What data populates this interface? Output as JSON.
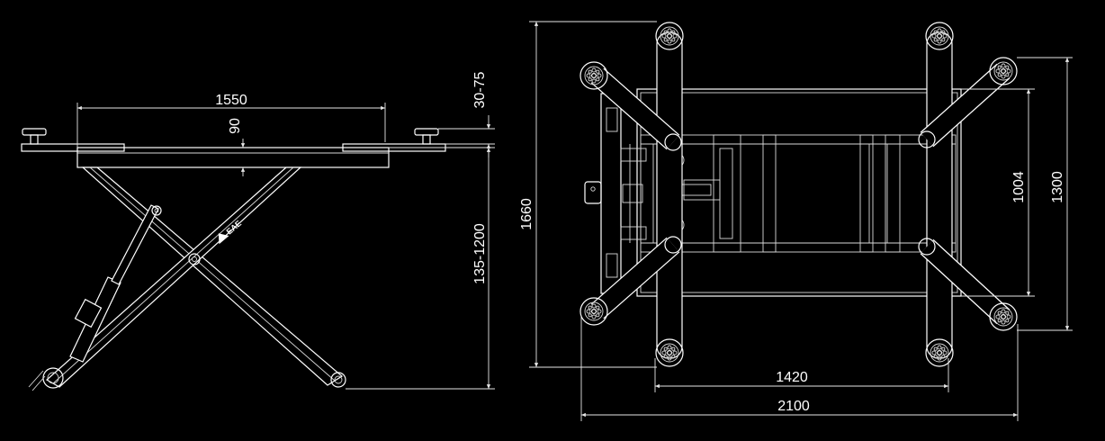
{
  "brand": "EAE",
  "dimensions": {
    "side": {
      "platform_length": "1550",
      "pad_height": "90",
      "pad_adjust": "30-75",
      "lift_height": "135-1200"
    },
    "top": {
      "overall_length": "1660",
      "inner_width": "1004",
      "outer_width": "1300",
      "frame_length": "1420",
      "overall_width": "2100"
    }
  }
}
